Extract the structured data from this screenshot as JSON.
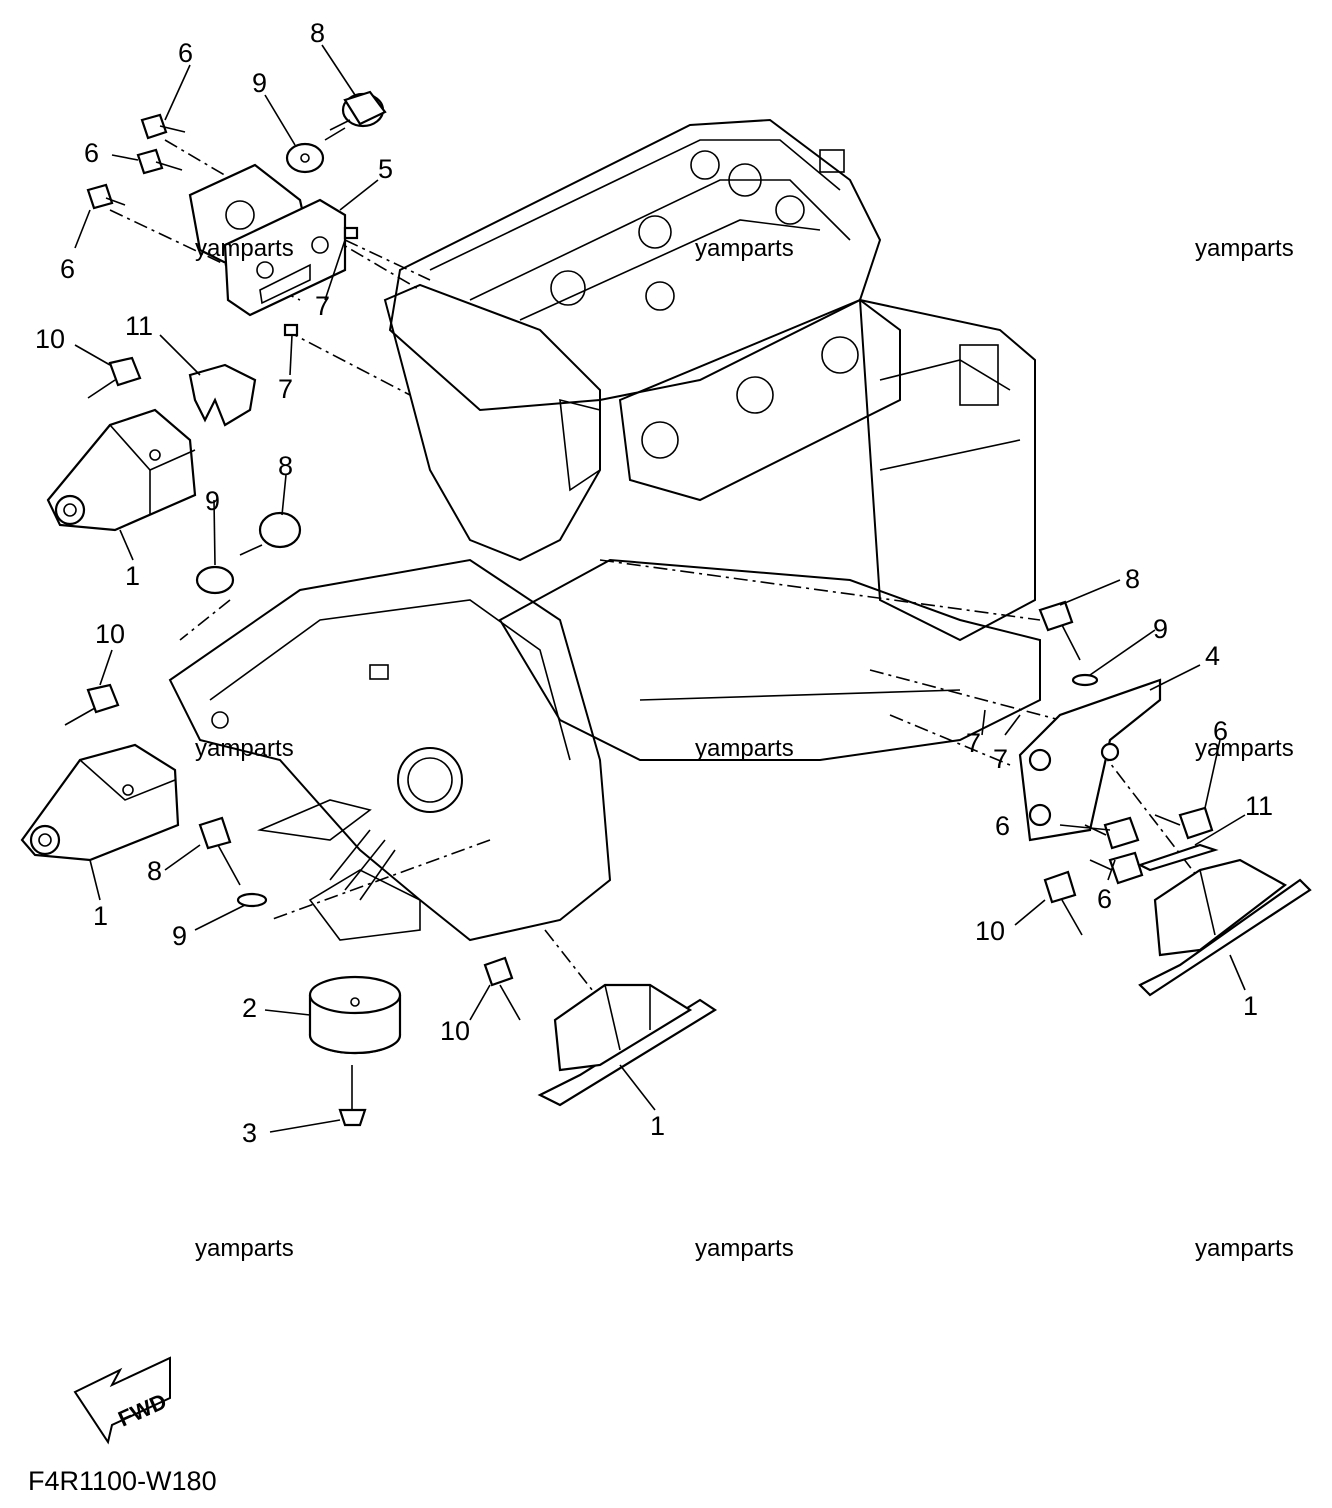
{
  "diagram": {
    "code": "F4R1100-W180",
    "fwd_label": "FWD",
    "watermarks": [
      "yamparts",
      "yamparts",
      "yamparts",
      "yamparts",
      "yamparts",
      "yamparts",
      "yamparts",
      "yamparts",
      "yamparts"
    ],
    "callouts": [
      "1",
      "1",
      "1",
      "1",
      "2",
      "3",
      "4",
      "5",
      "6",
      "6",
      "6",
      "6",
      "6",
      "6",
      "7",
      "7",
      "7",
      "7",
      "8",
      "8",
      "8",
      "8",
      "9",
      "9",
      "9",
      "9",
      "10",
      "10",
      "10",
      "10",
      "11",
      "11"
    ]
  }
}
